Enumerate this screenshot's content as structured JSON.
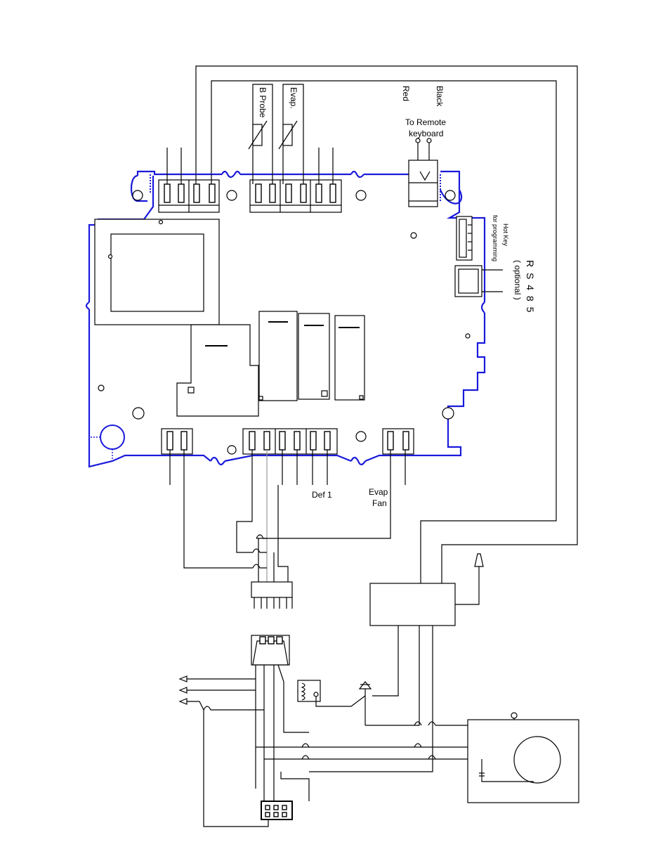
{
  "labels": {
    "b_probe": "B Probe",
    "evap": "Evap.",
    "red": "Red",
    "black": "Black",
    "to_remote": "To  Remote",
    "keyboard": "keyboard",
    "hot_key": "Hot  Key",
    "for_programming": "for programming",
    "rs485": "R S 4 8 5",
    "optional": "( optional )",
    "def1": "Def  1",
    "evap_fan_1": "Evap",
    "evap_fan_2": "Fan"
  },
  "colors": {
    "wire": "#000000",
    "board_outline": "#1a1adc"
  }
}
